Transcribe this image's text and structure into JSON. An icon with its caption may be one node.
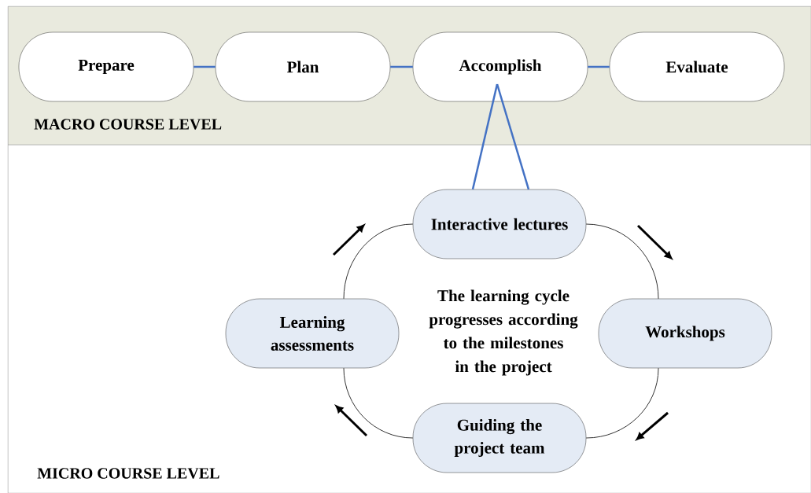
{
  "diagram": {
    "nodes": [
      {
        "text": [
          "MACRO COURSE LEVEL"
        ]
      },
      {
        "text": [
          "Prepare"
        ],
        "in": 0
      },
      {
        "text": [
          "Plan"
        ],
        "in": 0
      },
      {
        "text": [
          "Accomplish"
        ],
        "in": 0
      },
      {
        "text": [
          "Evaluate"
        ],
        "in": 0
      },
      {
        "text": [
          "MICRO COURSE LEVEL"
        ]
      },
      {
        "text": [
          "Interactive lectures"
        ],
        "in": 5
      },
      {
        "text": [
          "Workshops"
        ],
        "in": 5
      },
      {
        "text": [
          "Guiding the project team"
        ],
        "in": 5
      },
      {
        "text": [
          "Learning assessments"
        ],
        "in": 5
      }
    ],
    "edges": [
      {
        "from": 1,
        "to": 2,
        "arrow": "none"
      },
      {
        "from": 2,
        "to": 3,
        "arrow": "none"
      },
      {
        "from": 3,
        "to": 4,
        "arrow": "none"
      },
      {
        "from": 3,
        "to": 6,
        "arrow": "none"
      },
      {
        "from": 3,
        "to": 6,
        "arrow": "none"
      },
      {
        "from": 6,
        "to": 7,
        "arrow": "none",
        "color": "#000000"
      },
      {
        "from": 7,
        "to": 8,
        "arrow": "none",
        "color": "#000000"
      },
      {
        "from": 8,
        "to": 9,
        "arrow": "none",
        "color": "#000000"
      },
      {
        "from": 9,
        "to": 6,
        "arrow": "none",
        "color": "#000000"
      }
    ],
    "labels": [
      "The learning cycle progresses according to the milestones in the project"
    ]
  }
}
